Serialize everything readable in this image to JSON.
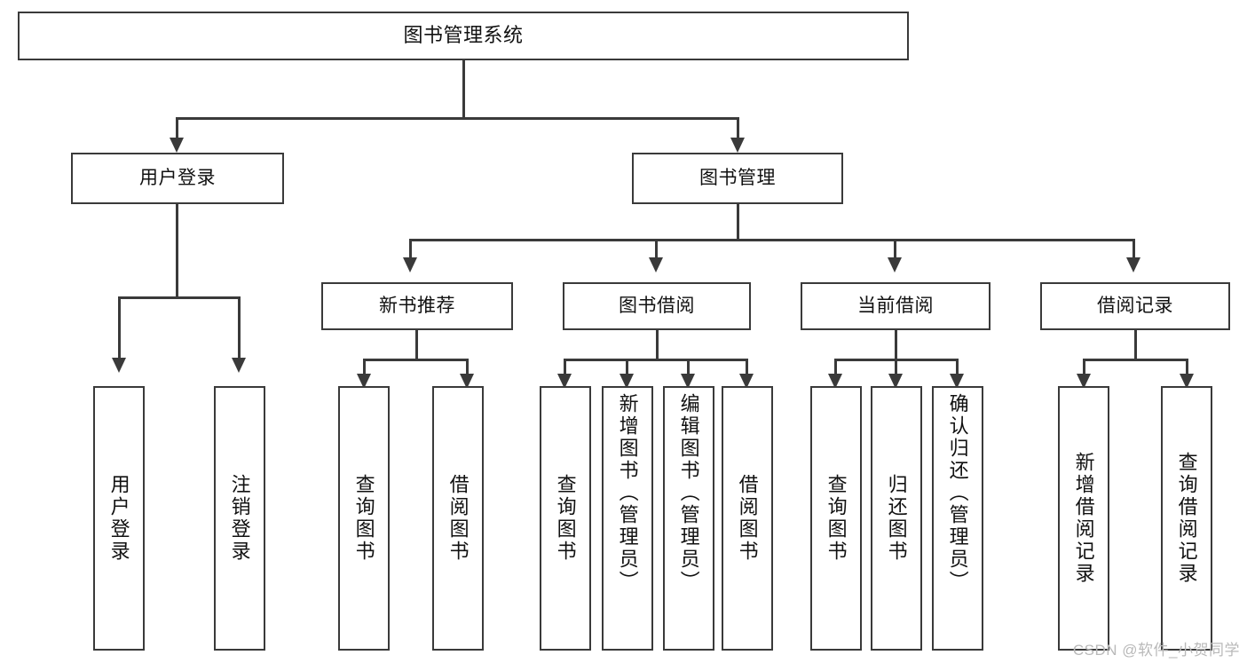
{
  "diagram": {
    "title": "图书管理系统",
    "type": "tree",
    "colors": {
      "stroke": "#3a3a3a",
      "fill": "#ffffff",
      "text": "#111111",
      "watermark": "#b9b9b9"
    },
    "root": {
      "label": "图书管理系统"
    },
    "level1": [
      {
        "label": "用户登录"
      },
      {
        "label": "图书管理"
      }
    ],
    "level2": [
      {
        "label": "新书推荐"
      },
      {
        "label": "图书借阅"
      },
      {
        "label": "当前借阅"
      },
      {
        "label": "借阅记录"
      }
    ],
    "leaves": {
      "user_login": [
        {
          "label": "用户登录"
        },
        {
          "label": "注销登录"
        }
      ],
      "new_book": [
        {
          "label": "查询图书"
        },
        {
          "label": "借阅图书"
        }
      ],
      "book_borrow": [
        {
          "label": "查询图书"
        },
        {
          "label": "新增图书（管理员）"
        },
        {
          "label": "编辑图书（管理员）"
        },
        {
          "label": "借阅图书"
        }
      ],
      "current_borrow": [
        {
          "label": "查询图书"
        },
        {
          "label": "归还图书"
        },
        {
          "label": "确认归还（管理员）"
        }
      ],
      "borrow_record": [
        {
          "label": "新增借阅记录"
        },
        {
          "label": "查询借阅记录"
        }
      ]
    }
  },
  "watermark": {
    "text": "CSDN @软件_小贺同学"
  }
}
